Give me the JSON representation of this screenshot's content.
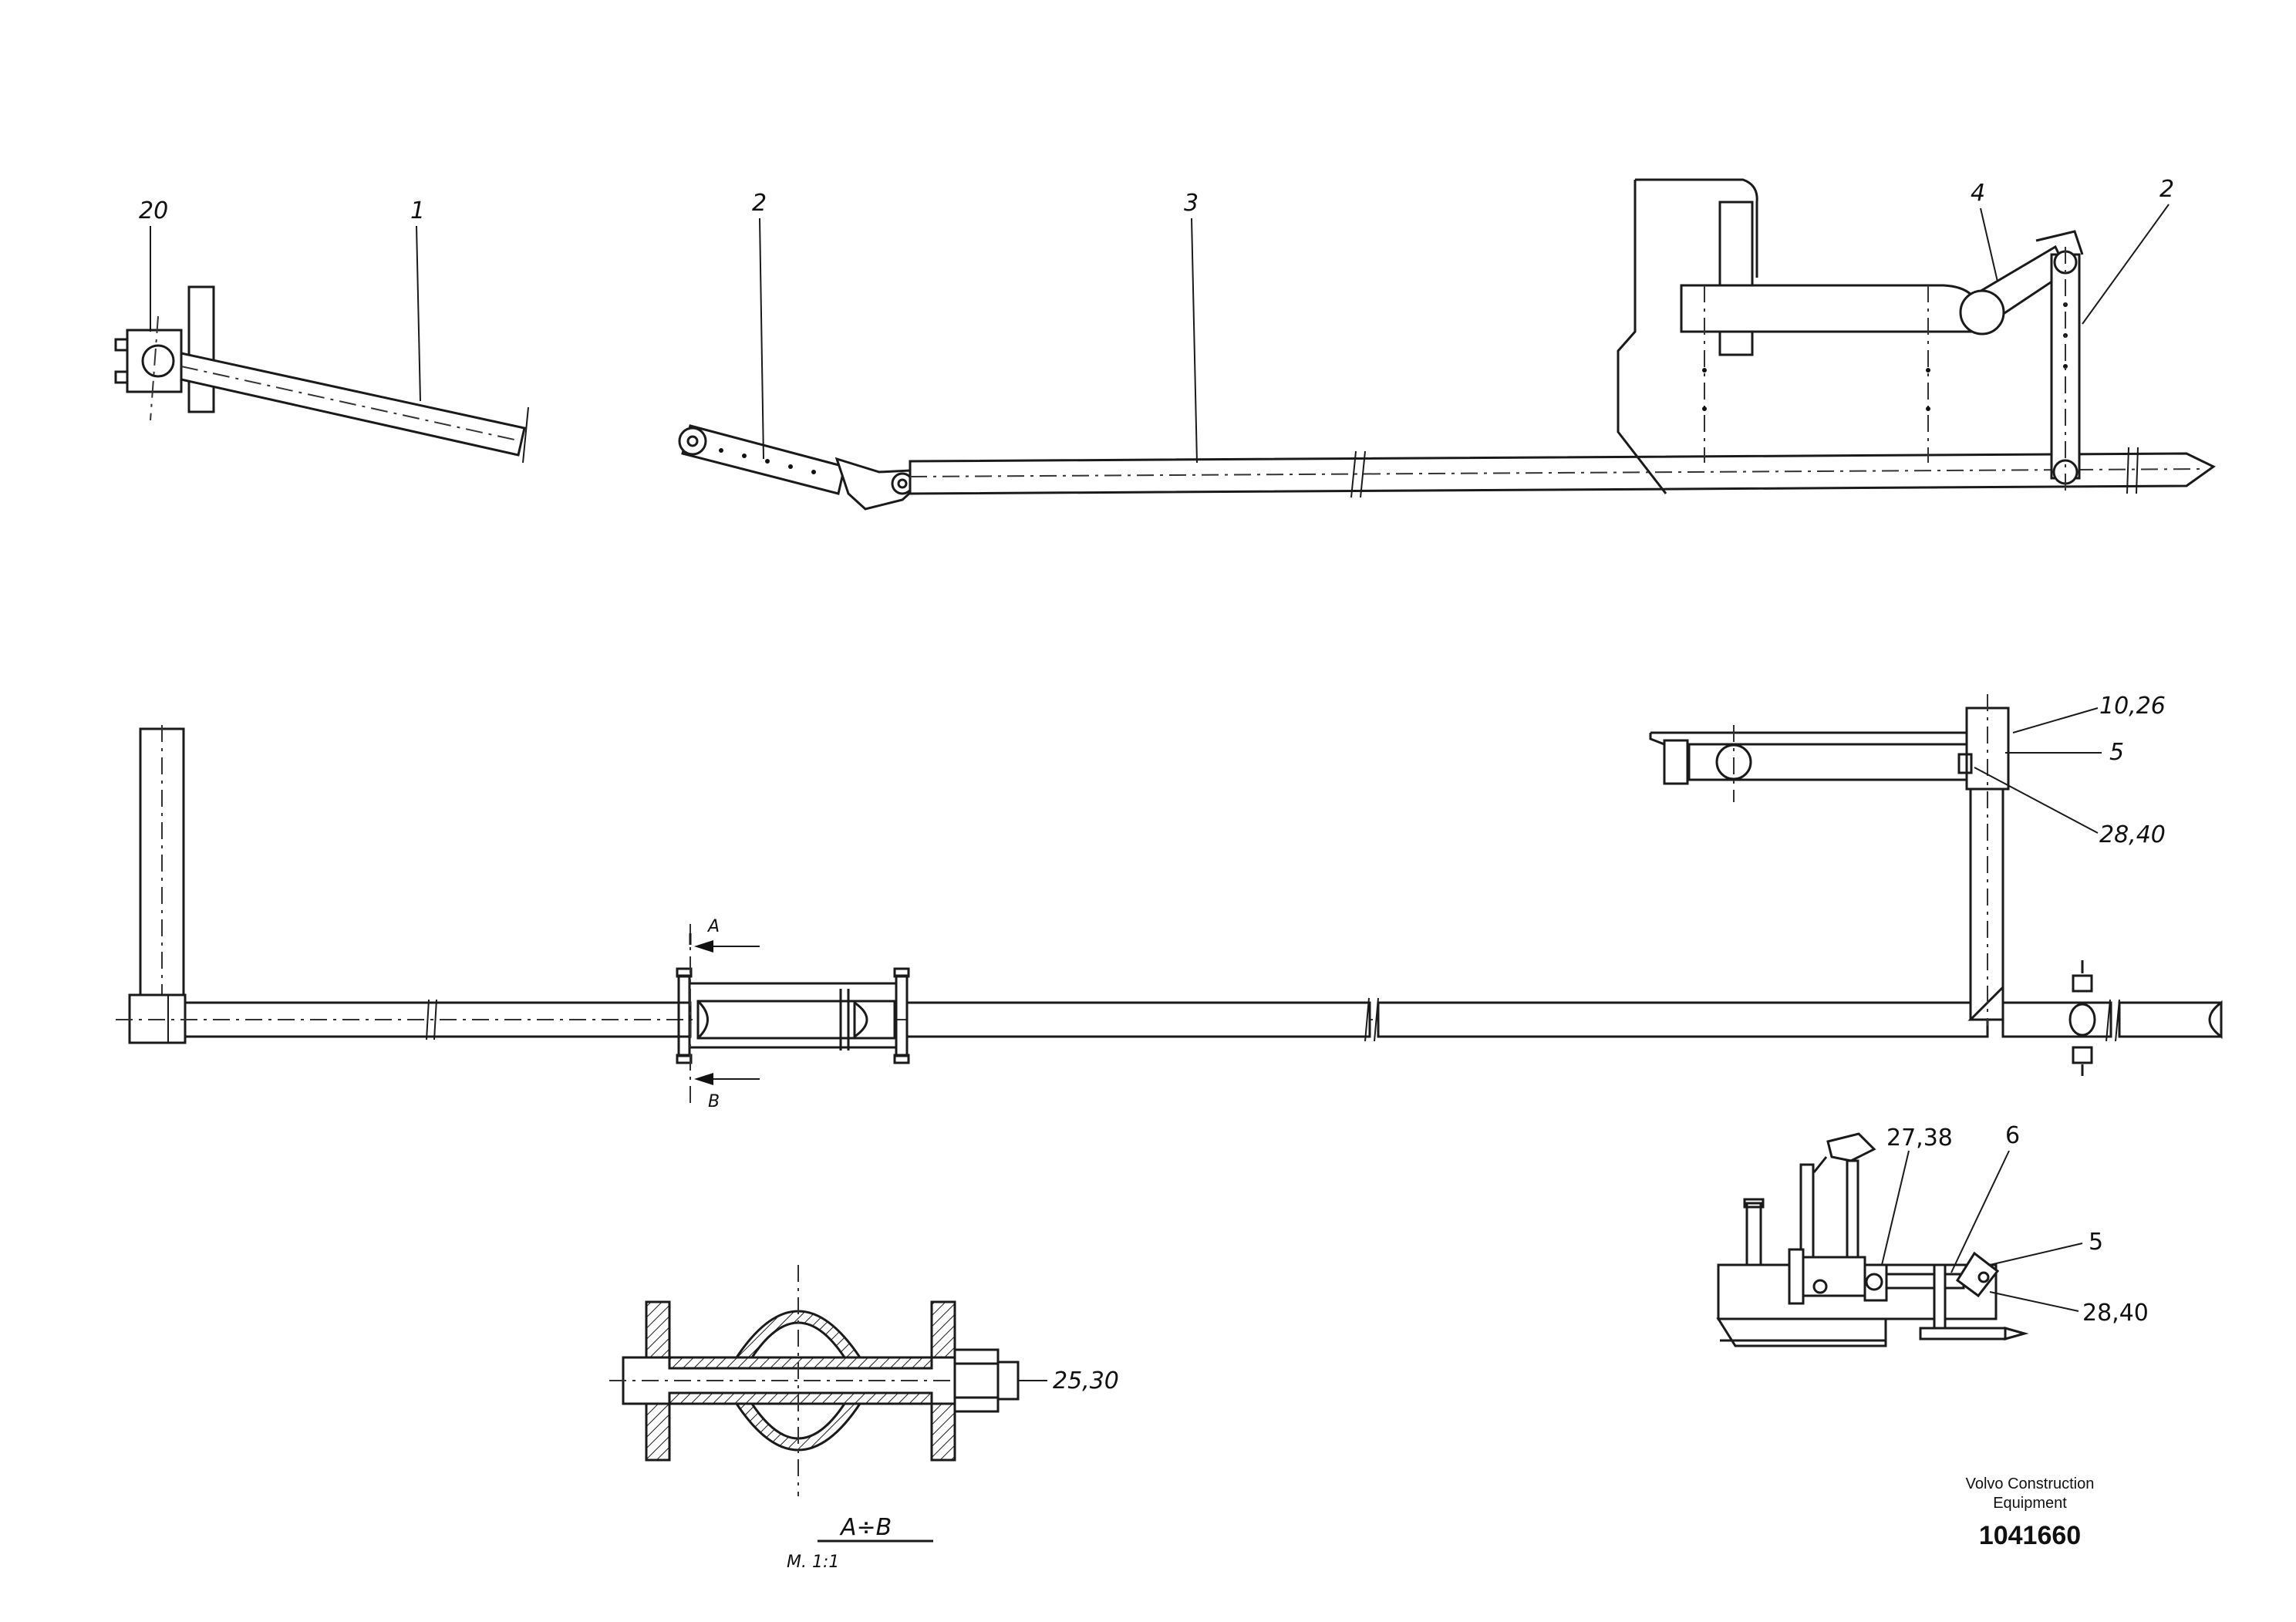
{
  "top_view": {
    "callouts": [
      "20",
      "1",
      "2",
      "3",
      "4",
      "2"
    ]
  },
  "side_view": {
    "callouts": [
      "10,26",
      "5",
      "28,40"
    ],
    "section_marks": [
      "A",
      "B"
    ]
  },
  "detail_view": {
    "callouts": [
      "27,38",
      "6",
      "5",
      "28,40"
    ]
  },
  "section_view": {
    "callout": "25,30",
    "title": "A÷B",
    "scale": "M. 1:1"
  },
  "title_block": {
    "company_line1": "Volvo Construction",
    "company_line2": "Equipment",
    "part_number": "1041660"
  }
}
